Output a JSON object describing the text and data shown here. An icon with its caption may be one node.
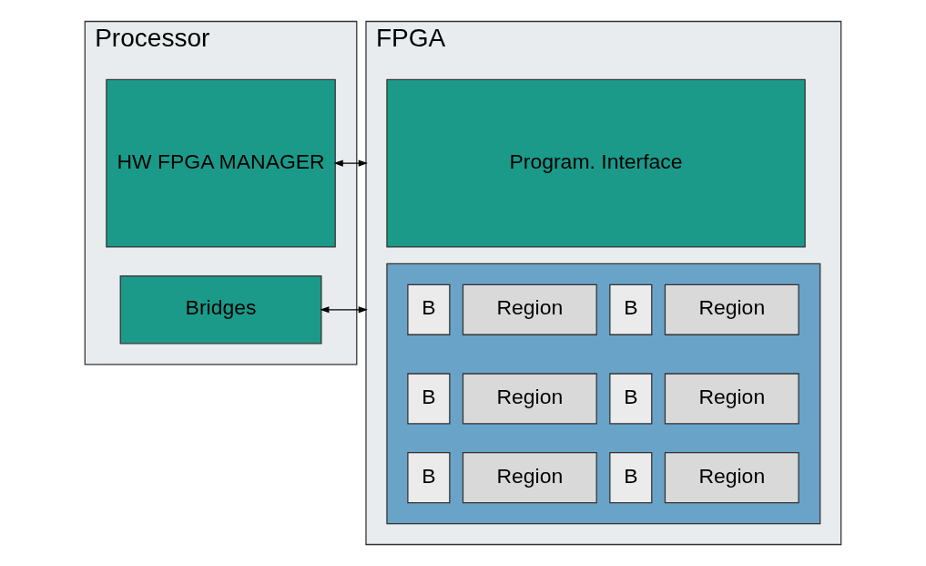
{
  "diagram": {
    "nodes": [
      {
        "text": [
          "Processor"
        ]
      },
      {
        "text": [
          "HW FPGA MANAGER"
        ],
        "in": 0
      },
      {
        "text": [
          "Bridges"
        ],
        "in": 0
      },
      {
        "text": [
          "FPGA"
        ]
      },
      {
        "text": [
          "Program. Interface"
        ],
        "in": 3
      },
      {
        "text": [],
        "shape": "box",
        "in": 3
      },
      {
        "text": [
          "B"
        ],
        "in": 5
      },
      {
        "text": [
          "Region"
        ],
        "in": 5
      },
      {
        "text": [
          "B"
        ],
        "in": 5
      },
      {
        "text": [
          "Region"
        ],
        "in": 5
      },
      {
        "text": [
          "B"
        ],
        "in": 5
      },
      {
        "text": [
          "Region"
        ],
        "in": 5
      },
      {
        "text": [
          "B"
        ],
        "in": 5
      },
      {
        "text": [
          "Region"
        ],
        "in": 5
      },
      {
        "text": [
          "B"
        ],
        "in": 5
      },
      {
        "text": [
          "Region"
        ],
        "in": 5
      },
      {
        "text": [
          "B"
        ],
        "in": 5
      },
      {
        "text": [
          "Region"
        ],
        "in": 5
      }
    ],
    "edges": [
      {
        "from": 1,
        "to": 3,
        "arrow": "both"
      },
      {
        "from": 2,
        "to": 3,
        "arrow": "both"
      }
    ]
  }
}
